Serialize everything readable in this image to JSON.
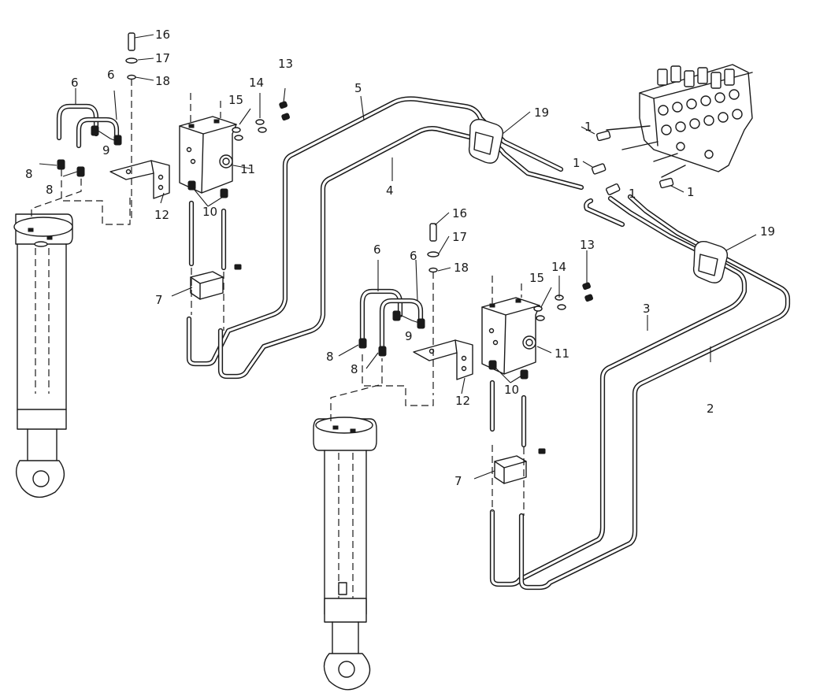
{
  "callouts": [
    {
      "id": "c16a",
      "text": "16"
    },
    {
      "id": "c17a",
      "text": "17"
    },
    {
      "id": "c18a",
      "text": "18"
    },
    {
      "id": "c6a",
      "text": "6"
    },
    {
      "id": "c6b",
      "text": "6"
    },
    {
      "id": "c9a",
      "text": "9"
    },
    {
      "id": "c8a",
      "text": "8"
    },
    {
      "id": "c8b",
      "text": "8"
    },
    {
      "id": "c15a",
      "text": "15"
    },
    {
      "id": "c14a",
      "text": "14"
    },
    {
      "id": "c13a",
      "text": "13"
    },
    {
      "id": "c11a",
      "text": "11"
    },
    {
      "id": "c12a",
      "text": "12"
    },
    {
      "id": "c10a",
      "text": "10"
    },
    {
      "id": "c7a",
      "text": "7"
    },
    {
      "id": "c5",
      "text": "5"
    },
    {
      "id": "c4",
      "text": "4"
    },
    {
      "id": "c19a",
      "text": "19"
    },
    {
      "id": "c1a",
      "text": "1"
    },
    {
      "id": "c1b",
      "text": "1"
    },
    {
      "id": "c1c",
      "text": "1"
    },
    {
      "id": "c1d",
      "text": "1"
    },
    {
      "id": "c19b",
      "text": "19"
    },
    {
      "id": "c16b",
      "text": "16"
    },
    {
      "id": "c17b",
      "text": "17"
    },
    {
      "id": "c18b",
      "text": "18"
    },
    {
      "id": "c6c",
      "text": "6"
    },
    {
      "id": "c6d",
      "text": "6"
    },
    {
      "id": "c9b",
      "text": "9"
    },
    {
      "id": "c8c",
      "text": "8"
    },
    {
      "id": "c8d",
      "text": "8"
    },
    {
      "id": "c15b",
      "text": "15"
    },
    {
      "id": "c14b",
      "text": "14"
    },
    {
      "id": "c13b",
      "text": "13"
    },
    {
      "id": "c11b",
      "text": "11"
    },
    {
      "id": "c12b",
      "text": "12"
    },
    {
      "id": "c10b",
      "text": "10"
    },
    {
      "id": "c7b",
      "text": "7"
    },
    {
      "id": "c3",
      "text": "3"
    },
    {
      "id": "c2",
      "text": "2"
    }
  ]
}
